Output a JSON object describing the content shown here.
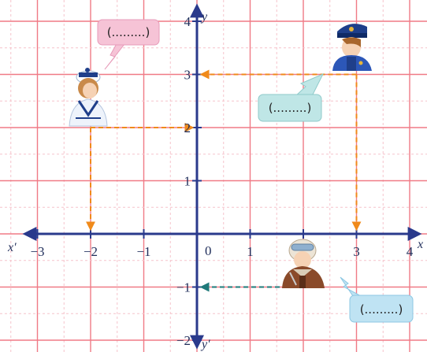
{
  "axes": {
    "x_positive_label": "x",
    "x_negative_label": "x′",
    "y_positive_label": "y",
    "y_negative_label": "y′",
    "x_ticks": [
      "−3",
      "−2",
      "−1",
      "0",
      "1",
      "2",
      "3",
      "4"
    ],
    "y_ticks": [
      "4",
      "3",
      "2",
      "1",
      "−1",
      "−2"
    ],
    "x_range": [
      -3.5,
      4.3
    ],
    "y_range": [
      -2.1,
      4.3
    ],
    "grid": true
  },
  "characters": [
    {
      "name": "sailor",
      "point": [
        -2,
        2
      ],
      "bubble_text": "(.........)",
      "bubble_color": "#f6c3d6"
    },
    {
      "name": "police-officer",
      "point": [
        3,
        3
      ],
      "bubble_text": "(.........)",
      "bubble_color": "#bfe6e6"
    },
    {
      "name": "pilot",
      "point": [
        2,
        -1
      ],
      "bubble_text": "(.........)",
      "bubble_color": "#bfe3f3"
    }
  ],
  "colors": {
    "grid_major": "#f07a86",
    "grid_minor": "#f5c4cb",
    "axis": "#2a3a8c",
    "guide_orange": "#f08a1a",
    "guide_teal": "#1f7a7a"
  }
}
